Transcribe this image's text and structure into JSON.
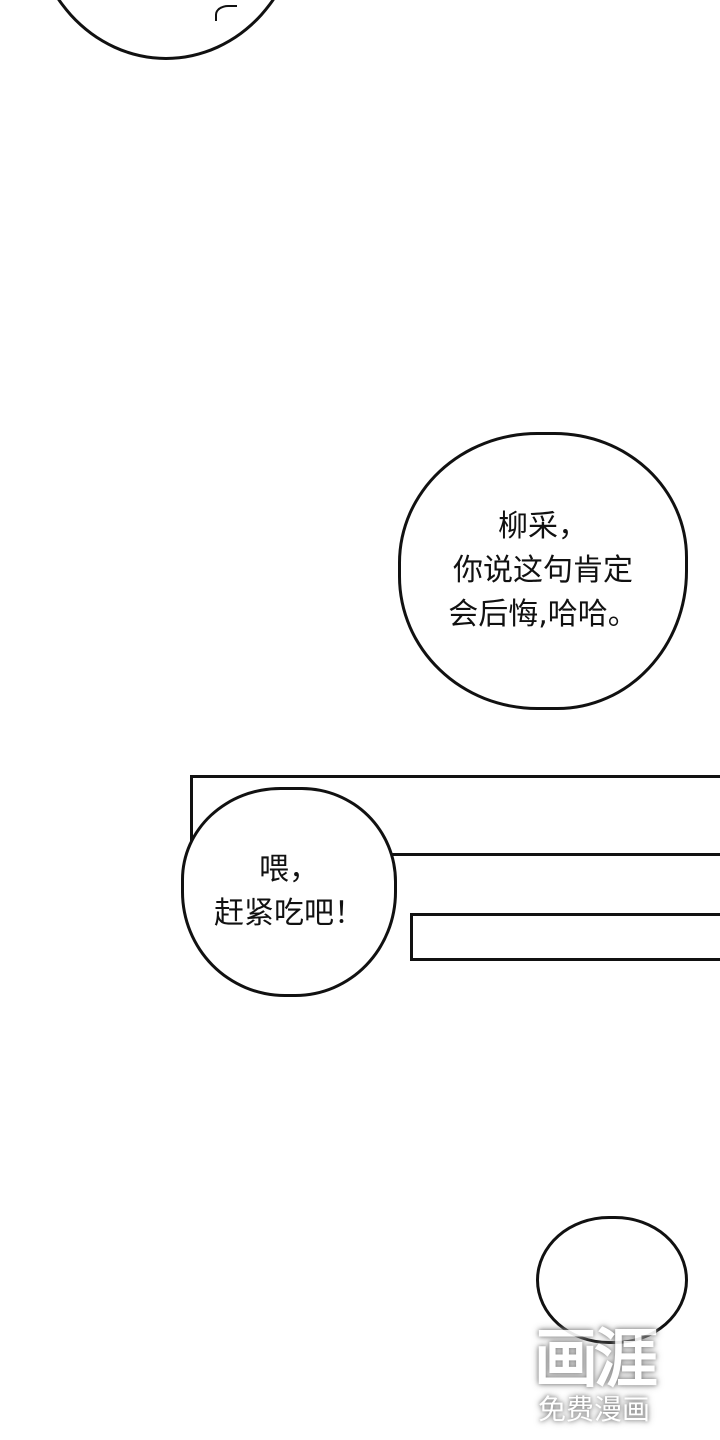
{
  "bubbles": [
    {
      "lines": [
        "柳采，",
        "你说这句肯定",
        "会后悔,哈哈。"
      ]
    },
    {
      "lines": [
        "喂，",
        "赶紧吃吧！"
      ]
    }
  ],
  "watermark": {
    "logo": "画涯",
    "tagline": "免费漫画"
  }
}
